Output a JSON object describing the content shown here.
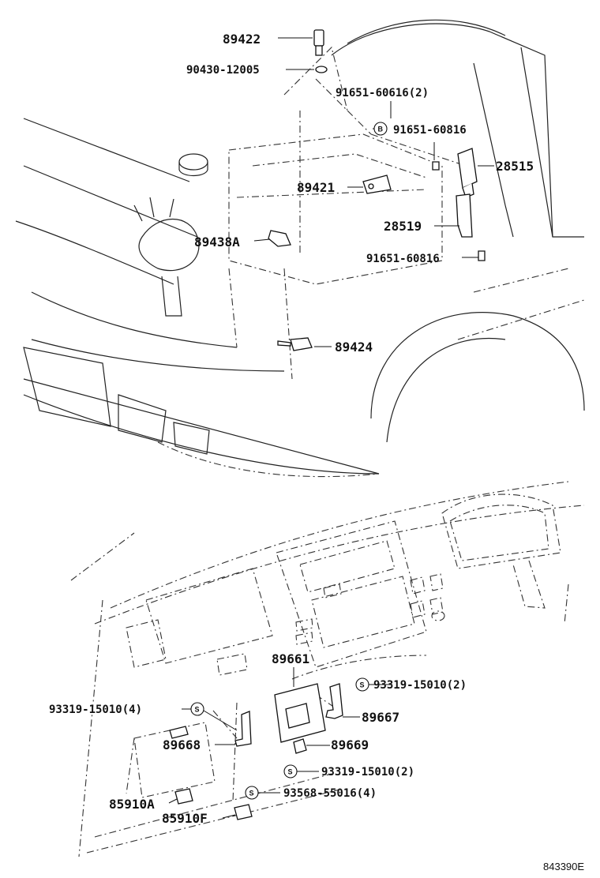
{
  "labels": {
    "p89422": "89422",
    "p90430_12005": "90430-12005",
    "p91651_60616_2": "91651-60616(2)",
    "p91651_60816_a": "91651-60816",
    "p28515": "28515",
    "p89421": "89421",
    "p28519": "28519",
    "p89438A": "89438A",
    "p91651_60816_b": "91651-60816",
    "p89424": "89424",
    "p89661": "89661",
    "p93319_15010_2a": "93319-15010(2)",
    "p93319_15010_4": "93319-15010(4)",
    "p89667": "89667",
    "p89668": "89668",
    "p89669": "89669",
    "p93319_15010_2b": "93319-15010(2)",
    "p93568_55016_4": "93568-55016(4)",
    "p85910A": "85910A",
    "p85910F": "85910F"
  },
  "symbols": {
    "b_mark": "B",
    "s_mark": "S"
  },
  "diagram_code": "843390E"
}
